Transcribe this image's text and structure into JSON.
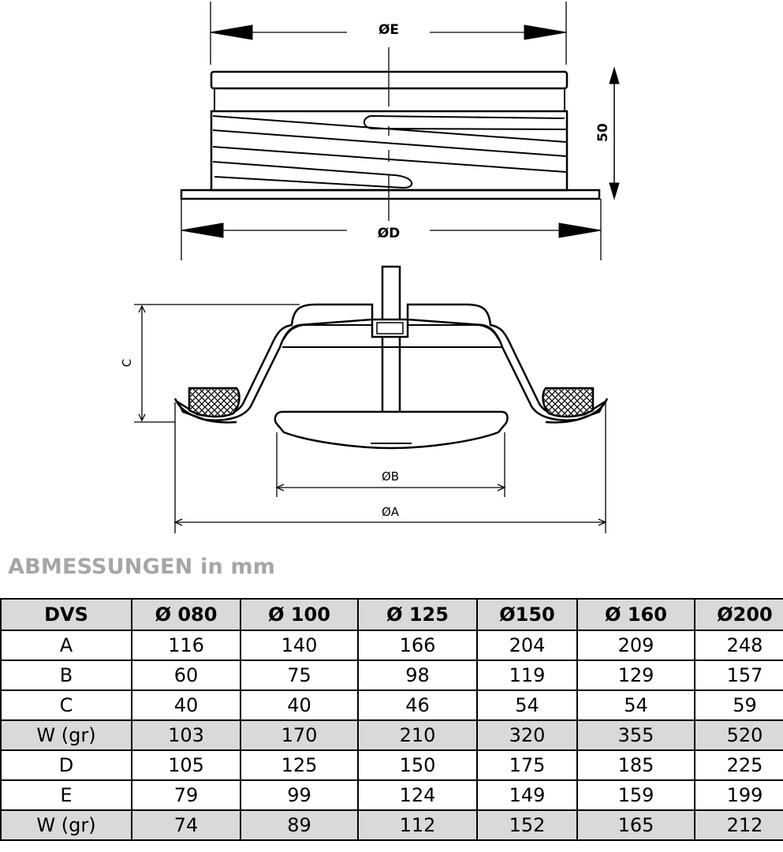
{
  "diagram": {
    "top_view": {
      "width_label": "ØE",
      "height_label": "50",
      "flange_label": "ØD"
    },
    "side_view": {
      "height_label": "C",
      "inner_label": "ØB",
      "outer_label": "ØA"
    }
  },
  "heading": "ABMESSUNGEN in mm",
  "table": {
    "columns": [
      "DVS",
      "Ø 080",
      "Ø 100",
      "Ø 125",
      "Ø150",
      "Ø 160",
      "Ø200"
    ],
    "rows": [
      {
        "label": "A",
        "shaded": false,
        "values": [
          "116",
          "140",
          "166",
          "204",
          "209",
          "248"
        ]
      },
      {
        "label": "B",
        "shaded": false,
        "values": [
          "60",
          "75",
          "98",
          "119",
          "129",
          "157"
        ]
      },
      {
        "label": "C",
        "shaded": false,
        "values": [
          "40",
          "40",
          "46",
          "54",
          "54",
          "59"
        ]
      },
      {
        "label": "W (gr)",
        "shaded": true,
        "values": [
          "103",
          "170",
          "210",
          "320",
          "355",
          "520"
        ]
      },
      {
        "label": "D",
        "shaded": false,
        "values": [
          "105",
          "125",
          "150",
          "175",
          "185",
          "225"
        ]
      },
      {
        "label": "E",
        "shaded": false,
        "values": [
          "79",
          "99",
          "124",
          "149",
          "159",
          "199"
        ]
      },
      {
        "label": "W (gr)",
        "shaded": true,
        "values": [
          "74",
          "89",
          "112",
          "152",
          "165",
          "212"
        ]
      }
    ]
  }
}
